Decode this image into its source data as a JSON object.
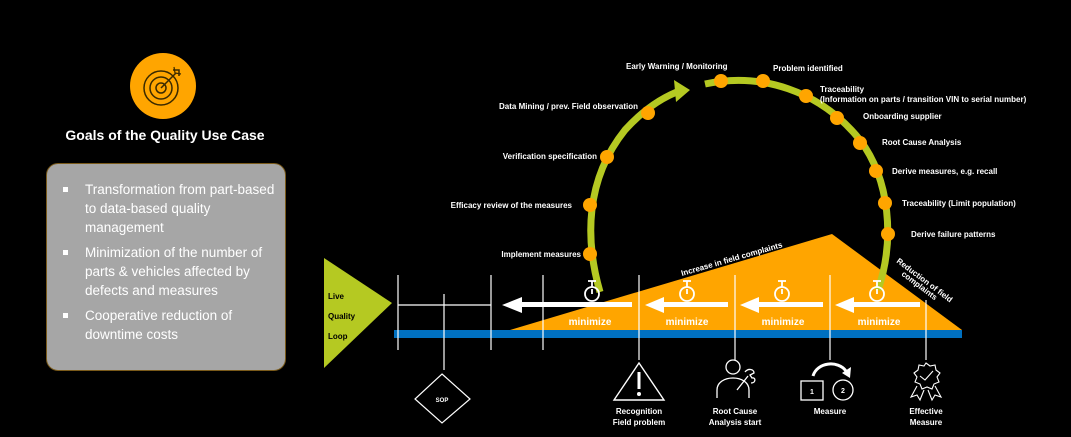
{
  "goals": {
    "icon": "target-icon",
    "title": "Goals of the Quality Use Case",
    "items": [
      "Transformation from part-based to data-based quality management",
      "Minimization of the number of parts & vehicles affected by defects and measures",
      "Cooperative reduction of downtime costs"
    ]
  },
  "colors": {
    "background": "#000000",
    "accent_orange": "#FFA500",
    "loop_green": "#B5C922",
    "timeline_blue": "#0070C0",
    "box_gray": "#A6A6A6"
  },
  "loop": {
    "steps_left": [
      "Data Mining / prev. Field observation",
      "Verification specification",
      "Efficacy review of the measures",
      "Implement measures"
    ],
    "steps_top": [
      "Early Warning / Monitoring",
      "Problem identified"
    ],
    "steps_right": [
      "Traceability",
      "(Information on parts / transition VIN to serial number)",
      "Onboarding supplier",
      "Root Cause Analysis",
      "Derive measures, e.g. recall",
      "Traceability (Limit population)",
      "Derive failure patterns"
    ]
  },
  "live_quality_loop": [
    "Live",
    "Quality",
    "Loop"
  ],
  "complaints": {
    "increase": "Increase in field complaints",
    "reduction_line1": "Reduction of field",
    "reduction_line2": "complaints"
  },
  "minimize_label": "minimize",
  "milestones": {
    "sop": "SOP",
    "recognition": [
      "Recognition",
      "Field problem"
    ],
    "root_cause": [
      "Root Cause",
      "Analysis start"
    ],
    "measure": "Measure",
    "measure_steps": [
      "1",
      "2"
    ],
    "effective": [
      "Effective",
      "Measure"
    ]
  }
}
